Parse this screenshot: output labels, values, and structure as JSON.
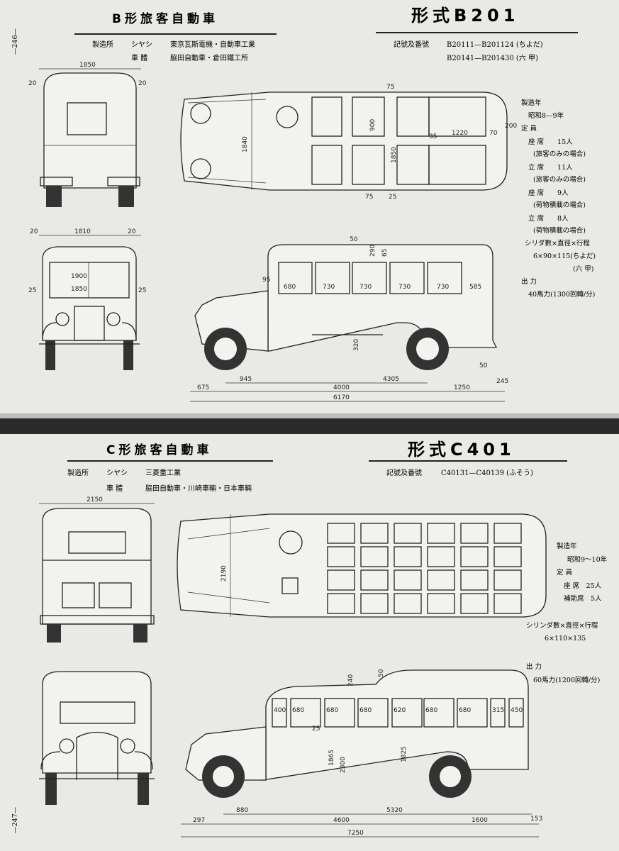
{
  "top": {
    "page_number": "—246—",
    "title": "B形旅客自動車",
    "model": "形式B201",
    "maker_label": "製造所",
    "chassis_label": "シヤシ",
    "chassis_maker": "東京瓦斯電機・自動車工業",
    "body_label": "車 體",
    "body_maker": "脇田自動車・倉田鐵工所",
    "serial_label": "記號及番號",
    "serials": [
      "B20111—B201124 (ちよだ)",
      "B20141—B201430 (六 甲)"
    ],
    "specs": [
      "製造年",
      "昭和8—9年",
      "定 員",
      "座 席　　15人",
      "(旅客のみの場合)",
      "立 席　　11人",
      "(旅客のみの場合)",
      "座 席　　9人",
      "(荷物積載の場合)",
      "立 席　　8人",
      "(荷物積載の場合)",
      "シリダ數×直徑×行程",
      "6×90×115(ちよだ)",
      "(六 甲)",
      "出 力",
      "40馬力(1300回轉/分)"
    ],
    "dims": {
      "rear_width": "1850",
      "rear_l": "20",
      "rear_r": "20",
      "front_width": "1810",
      "front_l": "20",
      "front_r": "20",
      "front_inner1": "1900",
      "front_inner2": "1850",
      "front_side_l": "25",
      "front_side_r": "25",
      "plan_width": "1840",
      "plan_seat": "900",
      "plan_inner": "1850",
      "plan_rear": "1220",
      "plan_35": "35",
      "plan_70": "70",
      "plan_200": "200",
      "plan_75a": "75",
      "plan_75b": "75",
      "plan_25": "25",
      "win": [
        "680",
        "730",
        "730",
        "730",
        "730",
        "585"
      ],
      "side_95": "95",
      "side_50": "50",
      "side_290": "290",
      "side_65": "65",
      "side_320": "320",
      "side_50b": "50",
      "wheelbase": "4305",
      "front_over": "945",
      "body_len": "4000",
      "rear_over": "1250",
      "bumper": "675",
      "rear_bumper": "245",
      "total": "6170"
    }
  },
  "bottom": {
    "page_number": "—247—",
    "title": "C形旅客自動車",
    "model": "形式C401",
    "maker_label": "製造所",
    "chassis_label": "シヤシ",
    "chassis_maker": "三菱重工業",
    "body_label": "車 體",
    "body_maker": "脇田自動車・川崎車輛・日本車輛",
    "serial_label": "記號及番號",
    "serials": [
      "C40131—C40139 (ふそう)"
    ],
    "specs": [
      "製造年",
      "昭和9〜10年",
      "定 員",
      "座 席　25人",
      "補助席　5人",
      "シリンダ數×直徑×行程",
      "6×110×135",
      "出 力",
      "60馬力(1200回轉/分)"
    ],
    "dims": {
      "rear_width": "2150",
      "plan_width": "2190",
      "win": [
        "400",
        "680",
        "680",
        "680",
        "620",
        "680",
        "680",
        "315",
        "450"
      ],
      "side_25": "25",
      "side_1825": "1825",
      "side_2300": "2300",
      "side_1865": "1865",
      "side_240": "240",
      "side_50": "50",
      "front_over": "880",
      "wheelbase": "5320",
      "body_len": "4600",
      "rear_over": "1600",
      "bumper": "297",
      "rear_bumper": "153",
      "total": "7250"
    }
  }
}
